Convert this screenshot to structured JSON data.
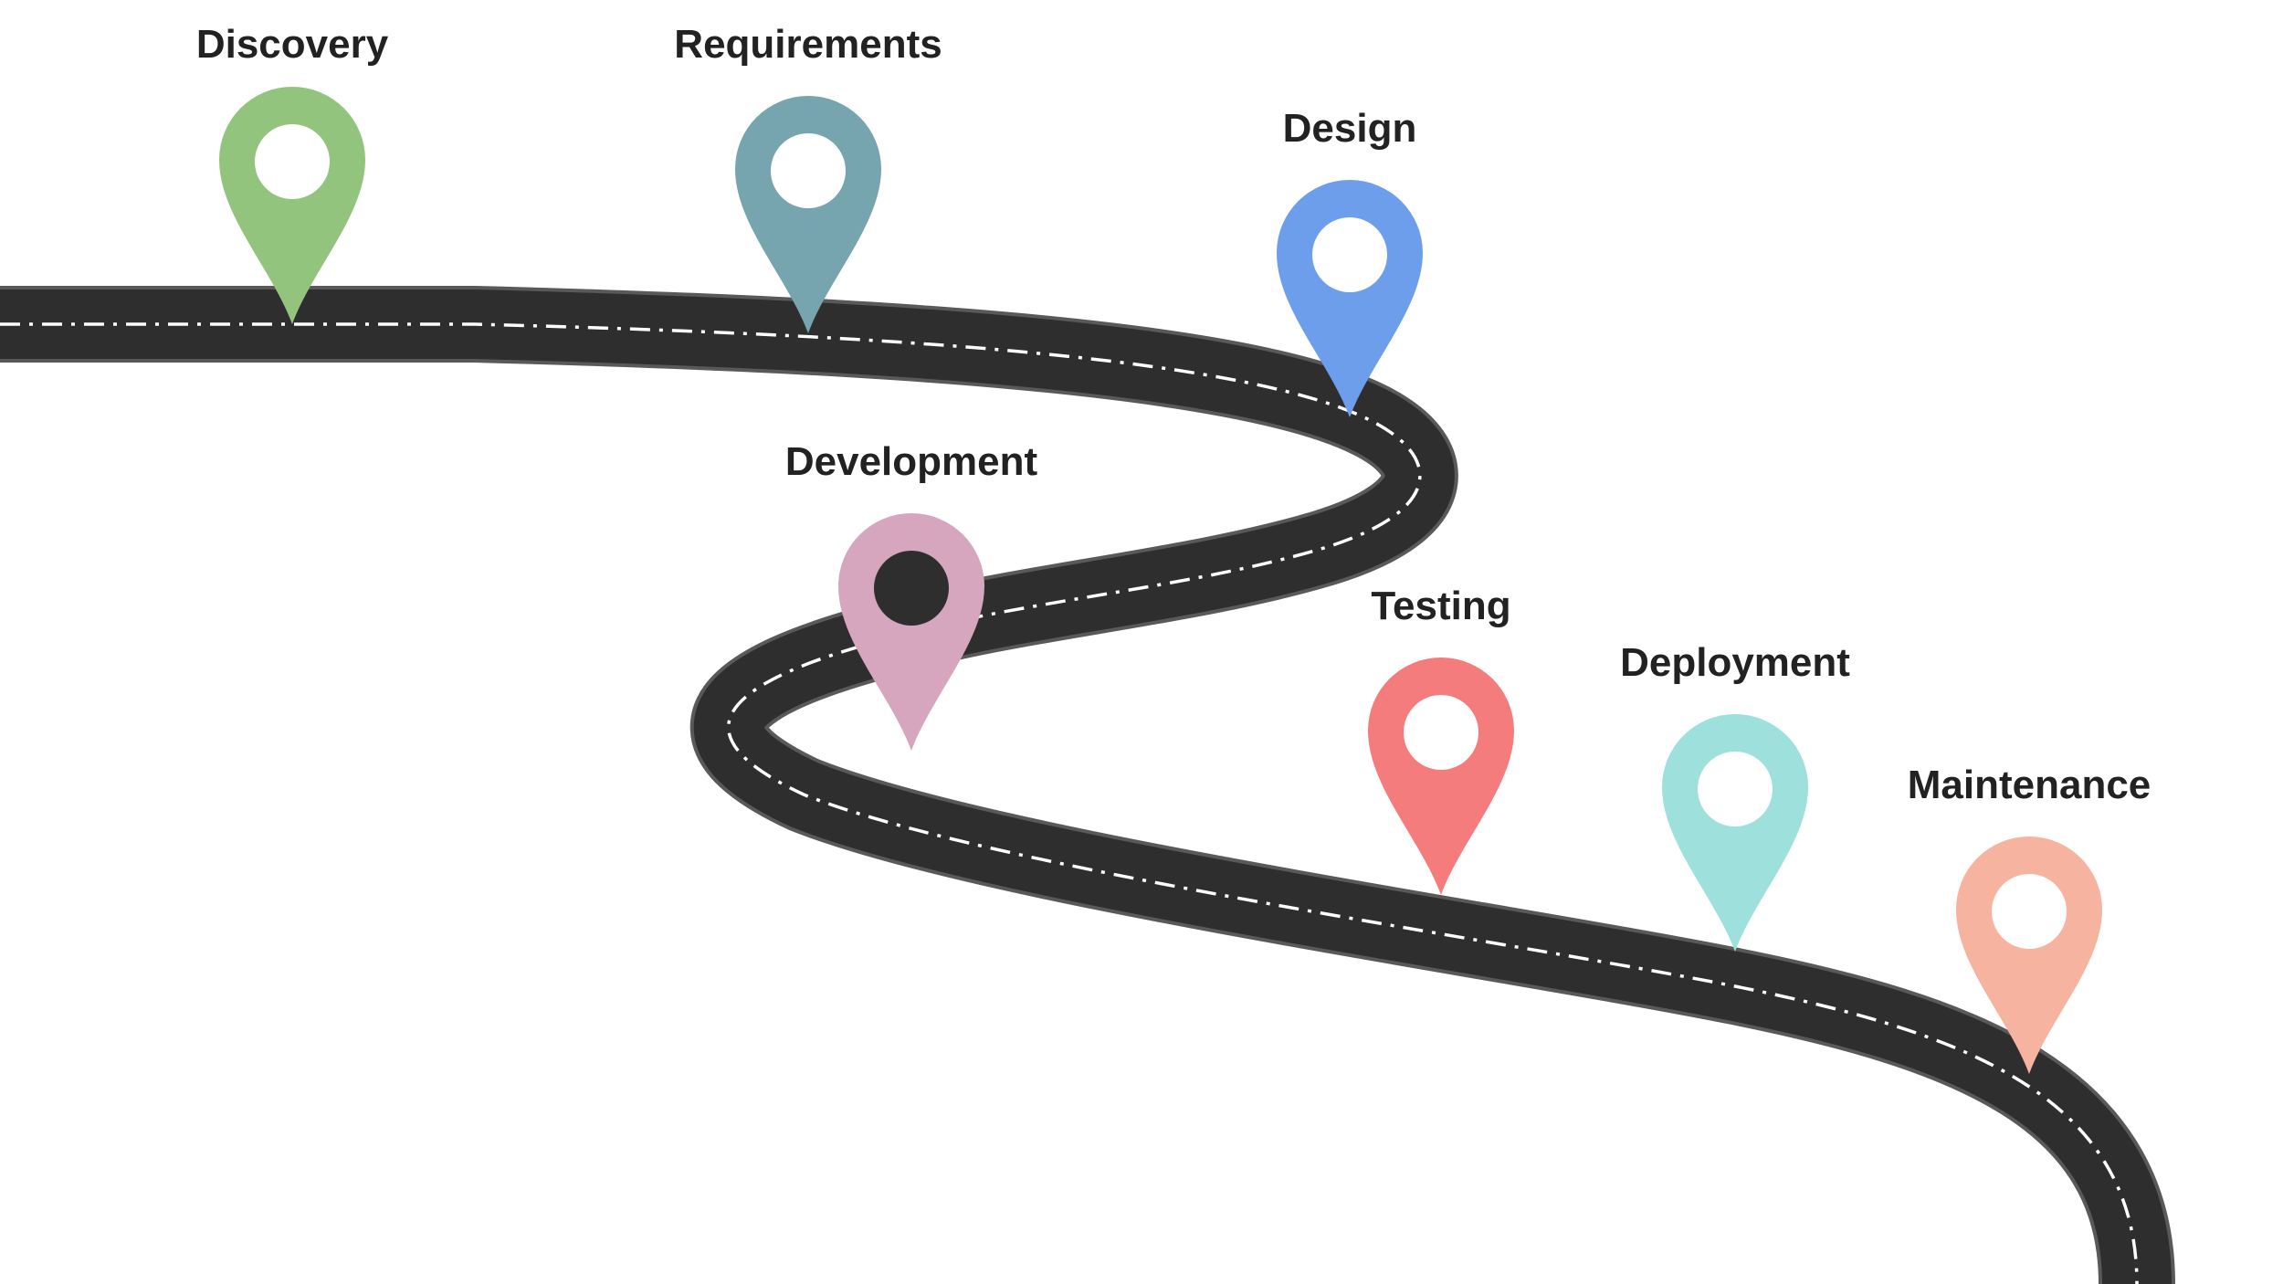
{
  "milestones": [
    {
      "label": "Discovery",
      "color": "#93c47d",
      "hole": "#ffffff"
    },
    {
      "label": "Requirements",
      "color": "#76a5af",
      "hole": "#ffffff"
    },
    {
      "label": "Design",
      "color": "#6d9eeb",
      "hole": "#ffffff"
    },
    {
      "label": "Development",
      "color": "#d5a6bd",
      "hole": "#2e2e2e"
    },
    {
      "label": "Testing",
      "color": "#f47c7c",
      "hole": "#ffffff"
    },
    {
      "label": "Deployment",
      "color": "#9de0dc",
      "hole": "#ffffff"
    },
    {
      "label": "Maintenance",
      "color": "#f6b3a0",
      "hole": "#ffffff"
    }
  ],
  "road": {
    "surface_color": "#2e2e2e",
    "edge_color": "#595959",
    "lane_marking_color": "#ffffff"
  }
}
